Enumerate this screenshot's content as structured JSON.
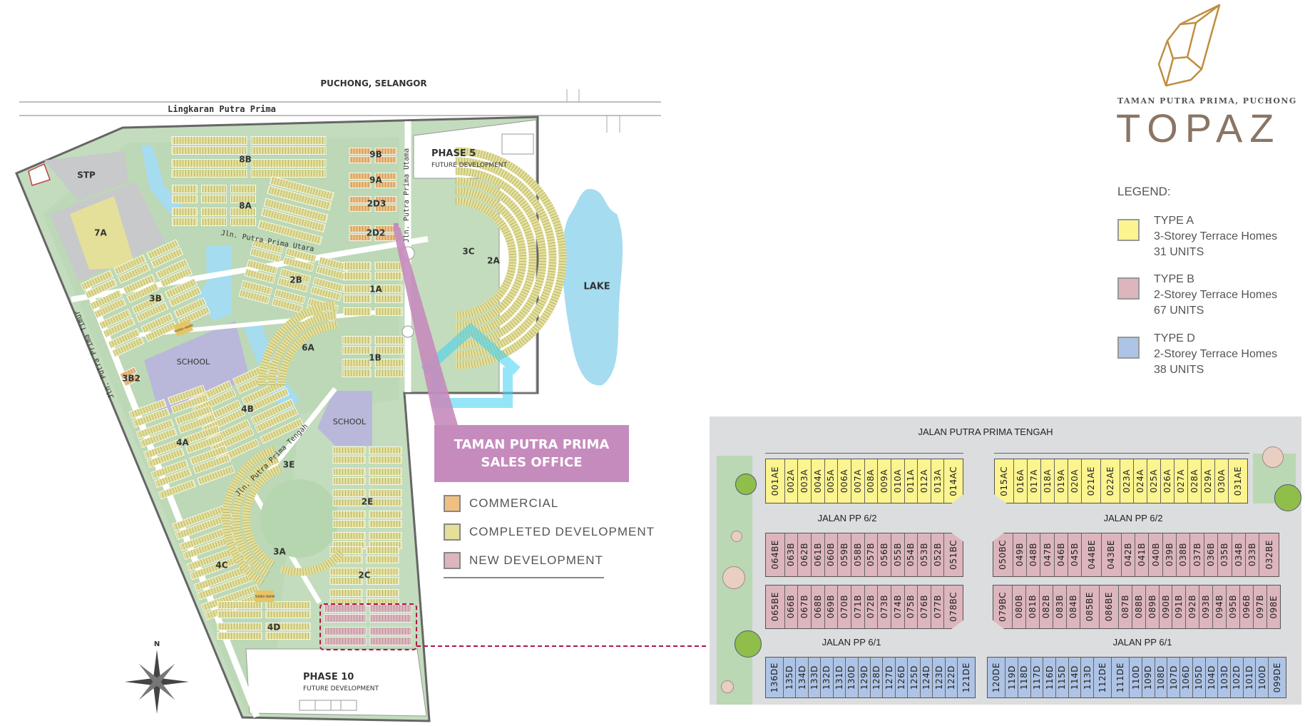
{
  "header": {
    "location": "PUCHONG, SELANGOR",
    "main_road": "Lingkaran Putra Prima"
  },
  "master_plan": {
    "zones": {
      "stp": "STP",
      "z7a": "7A",
      "z8b": "8B",
      "z8a": "8A",
      "z9b": "9B",
      "z9a": "9A",
      "z2d3": "2D3",
      "z2d2": "2D2",
      "z3b": "3B",
      "z2b": "2B",
      "z1a": "1A",
      "z3c": "3C",
      "z2a": "2A",
      "z6a": "6A",
      "z1b": "1B",
      "z3b2": "3B2",
      "z4b": "4B",
      "z4a": "4A",
      "z3e": "3E",
      "z2e": "2E",
      "z4c": "4C",
      "z3a": "3A",
      "z2c": "2C",
      "z4d": "4D"
    },
    "schools": [
      "SCHOOL",
      "SCHOOL"
    ],
    "kindergarten": "TADIKA AWAM",
    "roads": {
      "utara": "Jln. Putra Prima Utara",
      "utama": "Jln. Putra Prima Utama",
      "timur": "Jln. Putra Prima Timur",
      "tengah": "Jln. Putra Prima Tengah"
    },
    "lake": "LAKE",
    "phase5": {
      "title": "PHASE 5",
      "subtitle": "FUTURE DEVELOPMENT"
    },
    "phase10": {
      "title": "PHASE 10",
      "subtitle": "FUTURE DEVELOPMENT"
    },
    "compass_north": "N",
    "sales_office": {
      "line1": "TAMAN PUTRA PRIMA",
      "line2": "SALES OFFICE",
      "color": "#c68bbd"
    },
    "legend": [
      {
        "label": "COMMERCIAL",
        "color": "#efbf82"
      },
      {
        "label": "COMPLETED DEVELOPMENT",
        "color": "#e4e09a"
      },
      {
        "label": "NEW DEVELOPMENT",
        "color": "#dcb5bd"
      }
    ]
  },
  "brand": {
    "subtitle": "TAMAN PUTRA PRIMA, PUCHONG",
    "name": "TOPAZ",
    "color": "#8a7565",
    "gem_color": "#c08e3e"
  },
  "unit_legend": {
    "title": "LEGEND:",
    "items": [
      {
        "type": "TYPE A",
        "desc": "3-Storey Terrace Homes",
        "units": "31 UNITS",
        "color": "#fbf48f"
      },
      {
        "type": "TYPE B",
        "desc": "2-Storey Terrace Homes",
        "units": "67 UNITS",
        "color": "#dcb5bd"
      },
      {
        "type": "TYPE D",
        "desc": "2-Storey Terrace Homes",
        "units": "38 UNITS",
        "color": "#aec4e6"
      }
    ]
  },
  "unit_plan": {
    "roads": {
      "top": "JALAN PUTRA PRIMA TENGAH",
      "pp62_left": "JALAN PP 6/2",
      "pp62_right": "JALAN PP 6/2",
      "pp61_left": "JALAN PP 6/1",
      "pp61_right": "JALAN PP 6/1"
    },
    "rows": {
      "a_left": [
        "001AE",
        "002A",
        "003A",
        "004A",
        "005A",
        "006A",
        "007A",
        "008A",
        "009A",
        "010A",
        "011A",
        "012A",
        "013A",
        "014AC"
      ],
      "a_right": [
        "015AC",
        "016A",
        "017A",
        "018A",
        "019A",
        "020A",
        "021AE",
        "022AE",
        "023A",
        "024A",
        "025A",
        "026A",
        "027A",
        "028A",
        "029A",
        "030A",
        "031AE"
      ],
      "b1_left": [
        "064BE",
        "063B",
        "062B",
        "061B",
        "060B",
        "059B",
        "058B",
        "057B",
        "056B",
        "055B",
        "054B",
        "053B",
        "052B",
        "051BC"
      ],
      "b1_right": [
        "050BC",
        "049B",
        "048B",
        "047B",
        "046B",
        "045B",
        "044BE",
        "043BE",
        "042B",
        "041B",
        "040B",
        "039B",
        "038B",
        "037B",
        "036B",
        "035B",
        "034B",
        "033B",
        "032BE"
      ],
      "b2_left": [
        "065BE",
        "066B",
        "067B",
        "068B",
        "069B",
        "070B",
        "071B",
        "072B",
        "073B",
        "074B",
        "075B",
        "076B",
        "077B",
        "078BC"
      ],
      "b2_right": [
        "079BC",
        "080B",
        "081B",
        "082B",
        "083B",
        "084B",
        "085BE",
        "086BE",
        "087B",
        "088B",
        "089B",
        "090B",
        "091B",
        "092B",
        "093B",
        "094B",
        "095B",
        "096B",
        "097B",
        "098E"
      ],
      "d_left": [
        "136DE",
        "135D",
        "134D",
        "133D",
        "132D",
        "131D",
        "130D",
        "129D",
        "128D",
        "127D",
        "126D",
        "125D",
        "124D",
        "123D",
        "122D",
        "121DE"
      ],
      "d_right": [
        "120DE",
        "119D",
        "118D",
        "117D",
        "116D",
        "115D",
        "114D",
        "113D",
        "112DE",
        "111DE",
        "110D",
        "109D",
        "108D",
        "107D",
        "106D",
        "105D",
        "104D",
        "103D",
        "102D",
        "101D",
        "100D",
        "099DE"
      ]
    }
  }
}
